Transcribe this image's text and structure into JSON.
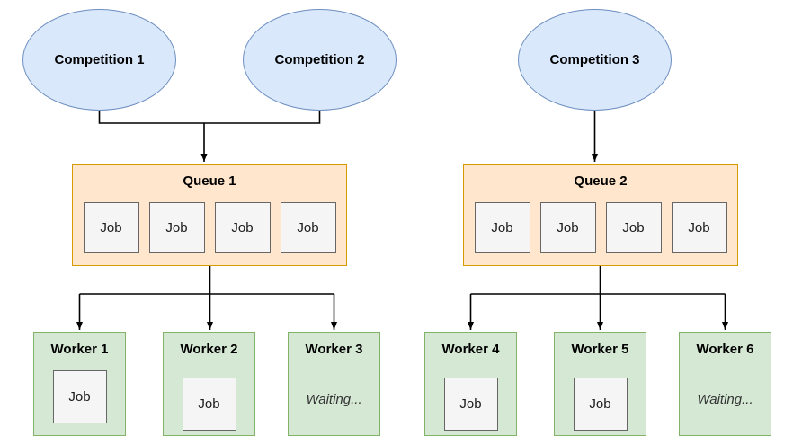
{
  "diagram": {
    "competitions": [
      {
        "label": "Competition 1"
      },
      {
        "label": "Competition 2"
      },
      {
        "label": "Competition 3"
      }
    ],
    "queues": [
      {
        "label": "Queue 1",
        "jobs": [
          "Job",
          "Job",
          "Job",
          "Job"
        ]
      },
      {
        "label": "Queue 2",
        "jobs": [
          "Job",
          "Job",
          "Job",
          "Job"
        ]
      }
    ],
    "workers": [
      {
        "label": "Worker 1",
        "job": "Job"
      },
      {
        "label": "Worker 2",
        "job": "Job"
      },
      {
        "label": "Worker 3",
        "status": "Waiting..."
      },
      {
        "label": "Worker 4",
        "job": "Job"
      },
      {
        "label": "Worker 5",
        "job": "Job"
      },
      {
        "label": "Worker 6",
        "status": "Waiting..."
      }
    ],
    "colors": {
      "competition_fill": "#dae8fc",
      "competition_stroke": "#6c8ebf",
      "queue_fill": "#ffe6cc",
      "queue_stroke": "#d79b00",
      "worker_fill": "#d5e8d4",
      "worker_stroke": "#82b366",
      "job_fill": "#f5f5f5",
      "job_stroke": "#666666",
      "connector": "#000000"
    }
  }
}
